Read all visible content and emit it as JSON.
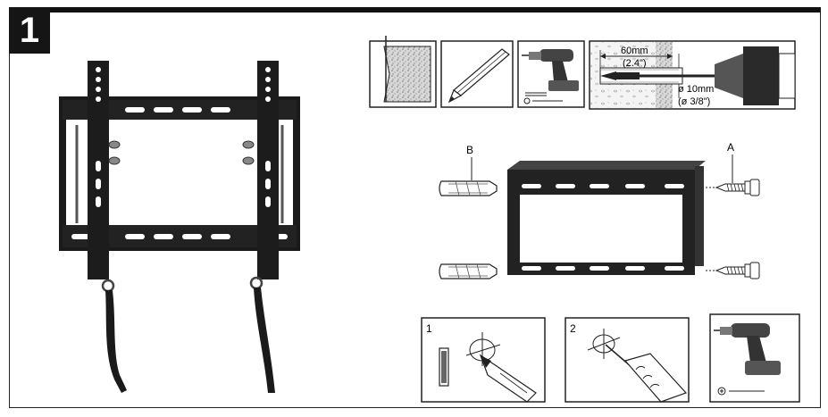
{
  "step_number": "1",
  "drill_diagram": {
    "depth_mm": "60mm",
    "depth_in": "(2.4\")",
    "diameter_mm": "ø 10mm",
    "diameter_in": "(ø 3/8\")"
  },
  "parts": {
    "label_b": "B",
    "label_a": "A"
  },
  "sub_steps": {
    "mark_number": "1",
    "drill_number": "2"
  },
  "colors": {
    "frame": "#111111",
    "bracket": "#1a1a1a",
    "badge_bg": "#151515",
    "badge_text": "#ffffff"
  },
  "icons": [
    "wall-icon",
    "pencil-icon",
    "drill-icon",
    "screw-icon",
    "wall-plug-icon",
    "spirit-level-icon"
  ]
}
